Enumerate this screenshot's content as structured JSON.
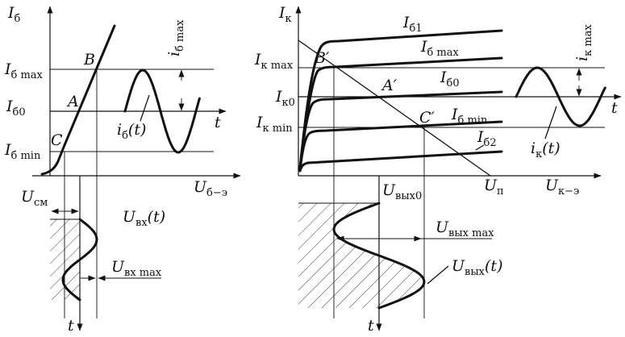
{
  "left": {
    "y_axis": {
      "main": "I",
      "sub": "б"
    },
    "x_axis": {
      "main": "U",
      "sub": "б−э"
    },
    "t_right": "t",
    "t_bottom": "t",
    "levels": [
      {
        "main": "I",
        "sub": "б max"
      },
      {
        "main": "I",
        "sub": "б0"
      },
      {
        "main": "I",
        "sub": "б min"
      }
    ],
    "point_a": "A",
    "point_b": "B",
    "point_c": "C",
    "amp": {
      "main": "i",
      "sub": "б max"
    },
    "wave": {
      "main": "i",
      "sub": "б",
      "tail": "(t)"
    },
    "bias": {
      "main": "U",
      "sub": "см"
    },
    "input_wave": {
      "main": "U",
      "sub": "вх",
      "tail": "(t)"
    },
    "input_amp": {
      "main": "U",
      "sub": "вх max"
    }
  },
  "right": {
    "y_axis": {
      "main": "I",
      "sub": "к"
    },
    "x_axis": {
      "main": "U",
      "sub": "к−э"
    },
    "t_right": "t",
    "t_bottom": "t",
    "levels": [
      {
        "main": "I",
        "sub": "к max"
      },
      {
        "main": "I",
        "sub": "к0"
      },
      {
        "main": "I",
        "sub": "к min"
      }
    ],
    "curves": [
      {
        "main": "I",
        "sub": "б1"
      },
      {
        "main": "I",
        "sub": "б max"
      },
      {
        "main": "I",
        "sub": "б0"
      },
      {
        "main": "I",
        "sub": "б min"
      },
      {
        "main": "I",
        "sub": "б2"
      }
    ],
    "point_a": "A′",
    "point_b": "B′",
    "point_c": "C′",
    "supply": {
      "main": "U",
      "sub": "п"
    },
    "q_voltage": {
      "main": "U",
      "sub": "вых0"
    },
    "amp": {
      "main": "i",
      "sub": "к max"
    },
    "wave": {
      "main": "i",
      "sub": "к",
      "tail": "(t)"
    },
    "output_amp": {
      "main": "U",
      "sub": "вых max"
    },
    "output_wave": {
      "main": "U",
      "sub": "вых",
      "tail": "(t)"
    }
  }
}
